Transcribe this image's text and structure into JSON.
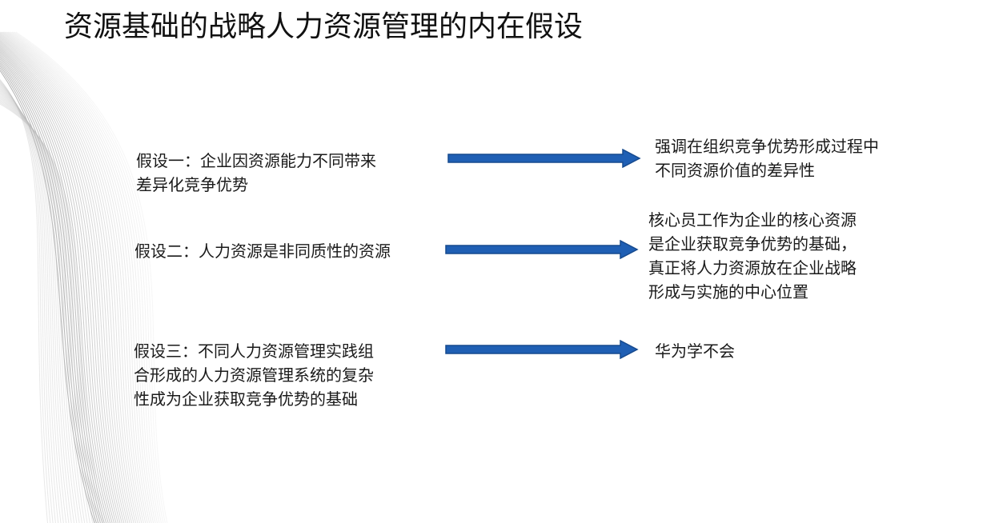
{
  "slide": {
    "title": "资源基础的战略人力资源管理的内在假设",
    "rows": [
      {
        "assumption_lines": [
          "假设一：企业因资源能力不同带来",
          "差异化竞争优势"
        ],
        "implication_lines": [
          "强调在组织竞争优势形成过程中",
          "不同资源价值的差异性"
        ]
      },
      {
        "assumption_lines": [
          "假设二：人力资源是非同质性的资源"
        ],
        "implication_lines": [
          "核心员工作为企业的核心资源",
          "是企业获取竞争优势的基础，",
          "真正将人力资源放在企业战略",
          "形成与实施的中心位置"
        ]
      },
      {
        "assumption_lines": [
          "假设三：不同人力资源管理实践组",
          "合形成的人力资源管理系统的复杂",
          "性成为企业获取竞争优势的基础"
        ],
        "implication_lines": [
          "华为学不会"
        ]
      }
    ]
  },
  "colors": {
    "arrow": "#1f5fb4",
    "arrow_outline": "#174a8e",
    "background": "#ffffff",
    "waves": "#c8c8c8"
  },
  "icons": {
    "arrow": "arrow-right-icon",
    "background": "decorative-wave-lines"
  }
}
